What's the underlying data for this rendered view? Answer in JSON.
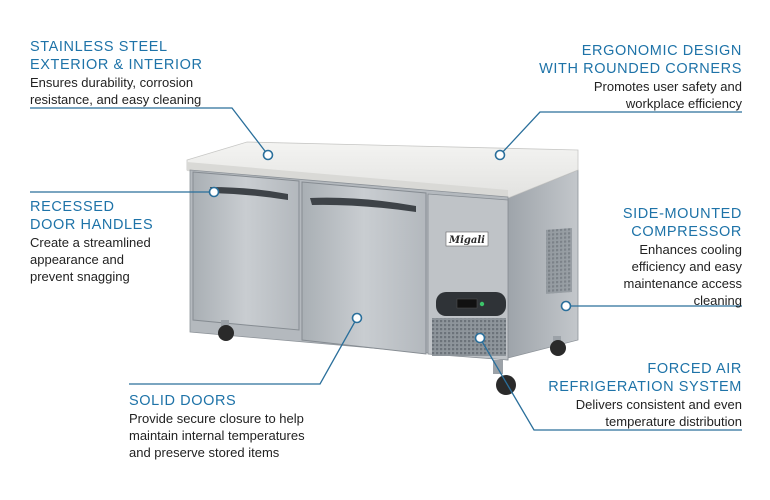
{
  "callouts": {
    "stainless": {
      "title_1": "STAINLESS STEEL",
      "title_2": "EXTERIOR & INTERIOR",
      "desc_1": "Ensures durability, corrosion",
      "desc_2": "resistance, and easy cleaning"
    },
    "ergonomic": {
      "title_1": "ERGONOMIC DESIGN",
      "title_2": "WITH ROUNDED CORNERS",
      "desc_1": "Promotes user safety and",
      "desc_2": "workplace efficiency"
    },
    "handles": {
      "title_1": "RECESSED",
      "title_2": "DOOR HANDLES",
      "desc_1": "Create a streamlined",
      "desc_2": "appearance and",
      "desc_3": "prevent snagging"
    },
    "compressor": {
      "title_1": "SIDE-MOUNTED",
      "title_2": "COMPRESSOR",
      "desc_1": "Enhances cooling",
      "desc_2": "efficiency and easy",
      "desc_3": "maintenance access",
      "desc_4": "cleaning"
    },
    "doors": {
      "title_1": "SOLID DOORS",
      "desc_1": "Provide secure closure to help",
      "desc_2": "maintain internal temperatures",
      "desc_3": "and preserve stored items"
    },
    "refrigeration": {
      "title_1": "FORCED AIR",
      "title_2": "REFRIGERATION SYSTEM",
      "desc_1": "Delivers consistent and even",
      "desc_2": "temperature distribution"
    }
  },
  "product": {
    "brand_badge": "Migali"
  },
  "colors": {
    "accent": "#1e73a8",
    "steel": "#b9bec3",
    "countertop": "#eeeeec"
  }
}
